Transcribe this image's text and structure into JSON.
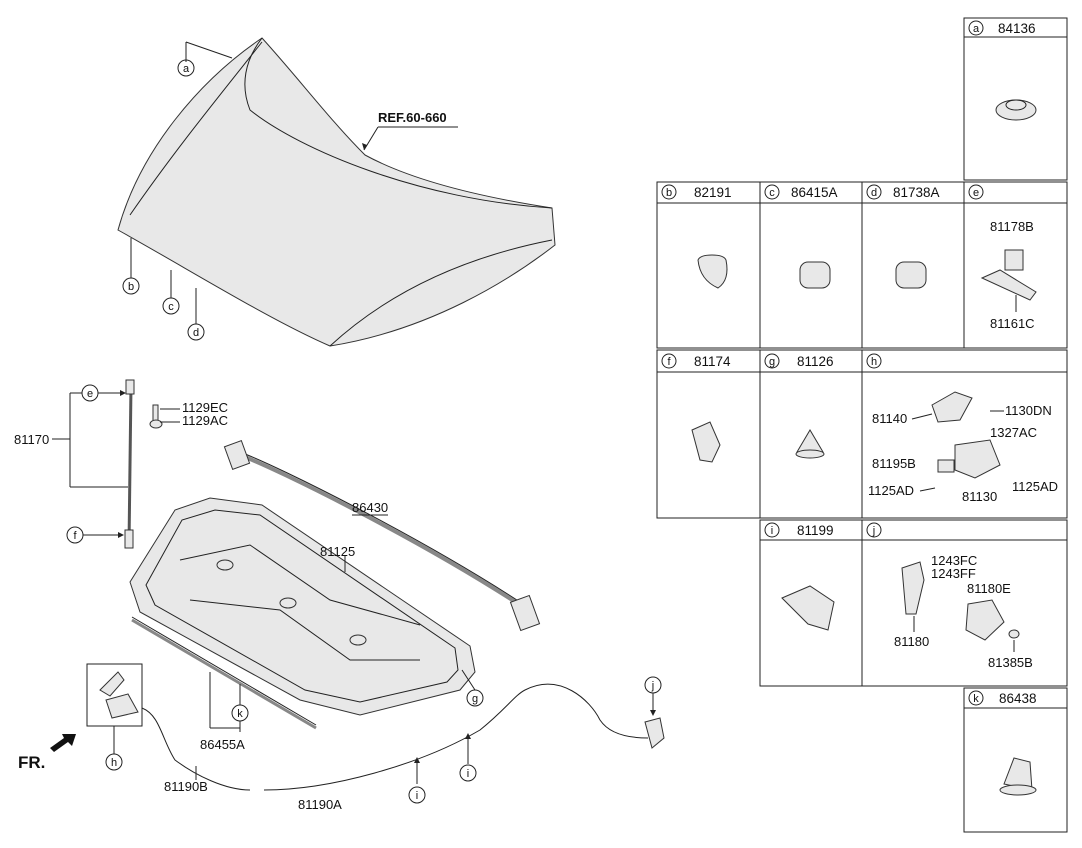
{
  "ref_label": "REF.60-660",
  "front_label": "FR.",
  "main_labels": {
    "hood_letters": [
      "a",
      "b",
      "c",
      "d"
    ],
    "p81170": "81170",
    "p1129EC": "1129EC",
    "p1129AC": "1129AC",
    "p86430": "86430",
    "p81125": "81125",
    "p86455A": "86455A",
    "p81190B": "81190B",
    "p81190A": "81190A",
    "callout_e": "e",
    "callout_f": "f",
    "callout_g": "g",
    "callout_h": "h",
    "callout_i": "i",
    "callout_i2": "i",
    "callout_j": "j",
    "callout_k": "k"
  },
  "parts_table": [
    {
      "letter": "a",
      "part_no": "84136"
    },
    {
      "letter": "b",
      "part_no": "82191"
    },
    {
      "letter": "c",
      "part_no": "86415A"
    },
    {
      "letter": "d",
      "part_no": "81738A"
    },
    {
      "letter": "e",
      "part_no": "",
      "sub_labels": [
        "81178B",
        "81161C"
      ]
    },
    {
      "letter": "f",
      "part_no": "81174"
    },
    {
      "letter": "g",
      "part_no": "81126"
    },
    {
      "letter": "h",
      "part_no": "",
      "sub_labels": [
        "81140",
        "1130DN",
        "1327AC",
        "81195B",
        "1125AD",
        "81130",
        "1125AD"
      ]
    },
    {
      "letter": "i",
      "part_no": "81199"
    },
    {
      "letter": "j",
      "part_no": "",
      "sub_labels": [
        "1243FC",
        "1243FF",
        "81180E",
        "81180",
        "81385B"
      ]
    },
    {
      "letter": "k",
      "part_no": "86438"
    }
  ]
}
